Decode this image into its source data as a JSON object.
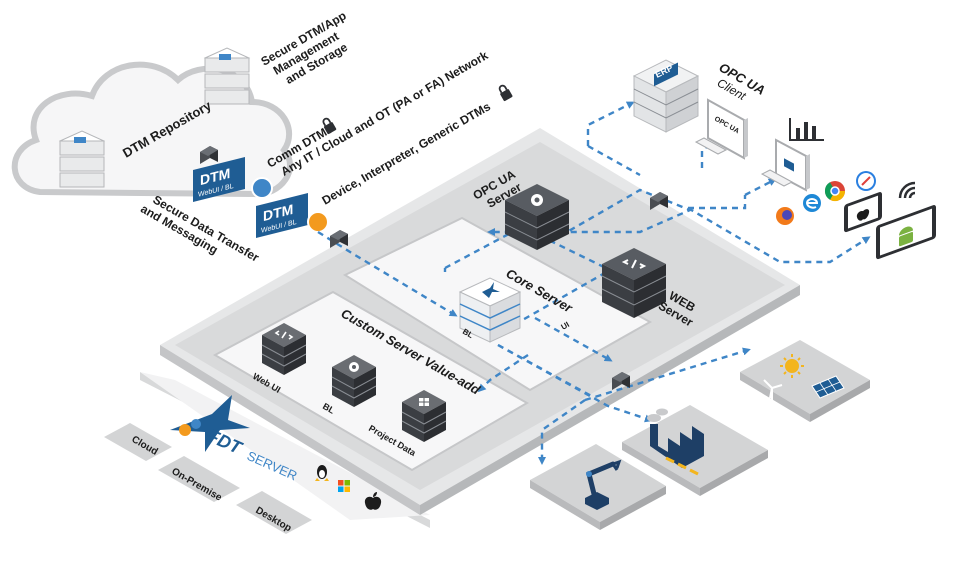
{
  "labels": {
    "repo_caption_1": "Secure DTM/App",
    "repo_caption_2": "Management",
    "repo_caption_3": "and Storage",
    "dtm_repository": "DTM Repository",
    "comm_dtms_1": "Comm DTMs",
    "comm_dtms_2": "Any IT / Cloud and OT (PA or FA) Network",
    "device_dtms": "Device, Interpreter, Generic DTMs",
    "secure_transfer_1": "Secure Data Transfer",
    "secure_transfer_2": "and Messaging",
    "dtm_badge": "DTM",
    "dtm_badge_sub": "WebUI / BL",
    "opc_ua_server_1": "OPC UA",
    "opc_ua_server_2": "Server",
    "core_server": "Core Server",
    "web_server_1": "WEB",
    "web_server_2": "Server",
    "bl_small": "BL",
    "ui_small": "UI",
    "custom_server": "Custom Server Value-add",
    "web_ui": "Web UI",
    "bl": "BL",
    "project_data": "Project Data",
    "erp": "ERP",
    "opc_ua_logo": "OPC UA",
    "client": "Client",
    "opc_screen": "OPC UA",
    "fdt_logo": "FDT",
    "fdt_server": "SERVER",
    "cloud": "Cloud",
    "on_premise": "On-Premise",
    "desktop": "Desktop"
  },
  "colors": {
    "flow": "#3f86c7",
    "dtm_badge": "#1f5d94",
    "accent_orange": "#f39a1e",
    "accent_blue": "#3f86c7",
    "platform": "#e6e7e8",
    "tile": "#d3d4d5",
    "factory": "#1e3f66"
  },
  "icons": [
    "cloud-icon",
    "lock-icon",
    "server-stack-icon",
    "gear-icon",
    "code-icon",
    "monitor-icon",
    "bar-chart-icon",
    "safari-icon",
    "edge-icon",
    "chrome-icon",
    "firefox-icon",
    "apple-icon",
    "android-icon",
    "wifi-icon",
    "linux-icon",
    "windows-icon",
    "sun-icon",
    "wind-turbine-icon",
    "solar-panel-icon",
    "factory-icon",
    "robot-arm-icon"
  ]
}
